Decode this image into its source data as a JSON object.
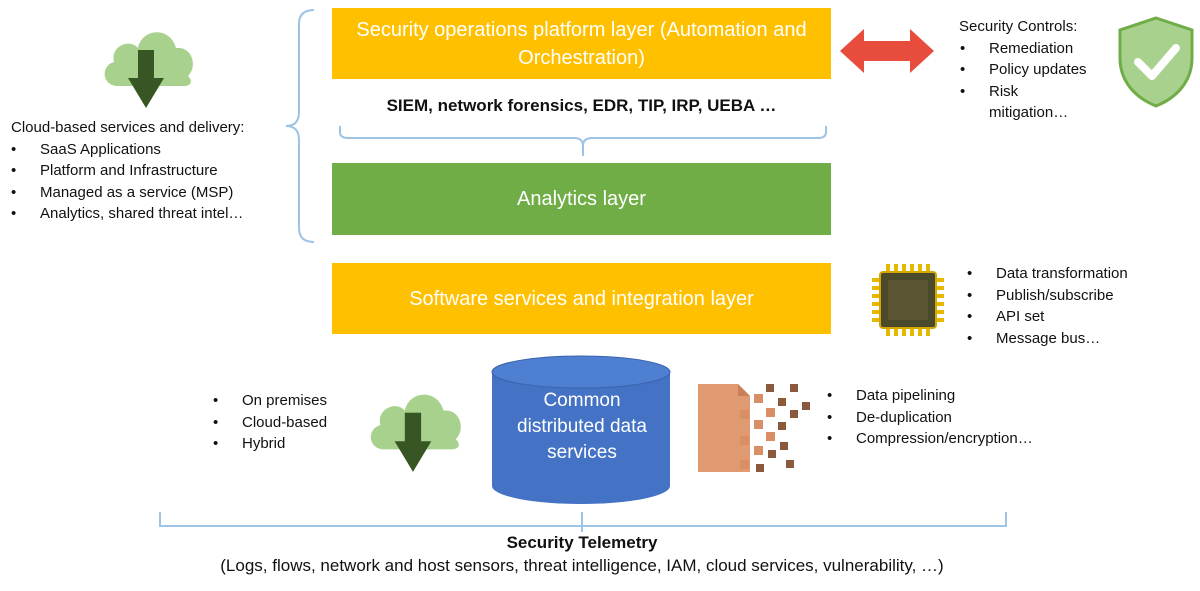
{
  "layers": {
    "security_ops": "Security operations platform layer (Automation and Orchestration)",
    "tools": "SIEM, network forensics, EDR, TIP, IRP, UEBA …",
    "analytics": "Analytics layer",
    "software": "Software services and integration layer",
    "data_services": "Common distributed data services"
  },
  "cloud_delivery": {
    "heading": "Cloud-based services and delivery:",
    "items": [
      "SaaS Applications",
      "Platform and Infrastructure",
      "Managed as a service (MSP)",
      "Analytics, shared threat intel…"
    ]
  },
  "security_controls": {
    "heading": "Security Controls:",
    "items": [
      "Remediation",
      "Policy updates",
      "Risk mitigation…"
    ]
  },
  "integration_features": {
    "items": [
      "Data transformation",
      "Publish/subscribe",
      "API set",
      "Message bus…"
    ]
  },
  "deployment": {
    "items": [
      "On premises",
      "Cloud-based",
      "Hybrid"
    ]
  },
  "data_features": {
    "items": [
      "Data pipelining",
      "De-duplication",
      "Compression/encryption…"
    ]
  },
  "telemetry": {
    "title": "Security Telemetry",
    "subtitle": "(Logs, flows, network and host sensors, threat intelligence, IAM, cloud services, vulnerability, …)"
  },
  "icons": {
    "cloud_top": "cloud-download-icon",
    "cloud_mid": "cloud-download-icon",
    "shield": "shield-check-icon",
    "arrow": "double-arrow-icon",
    "chip": "chip-icon",
    "pixels": "data-pixel-icon"
  },
  "colors": {
    "yellow": "#FFC000",
    "green": "#70AD47",
    "blue": "#4472C4",
    "red": "#E74C3C",
    "cloud": "#A9D18E",
    "cloud_arrow": "#375623",
    "bracket": "#9DC3E6"
  }
}
